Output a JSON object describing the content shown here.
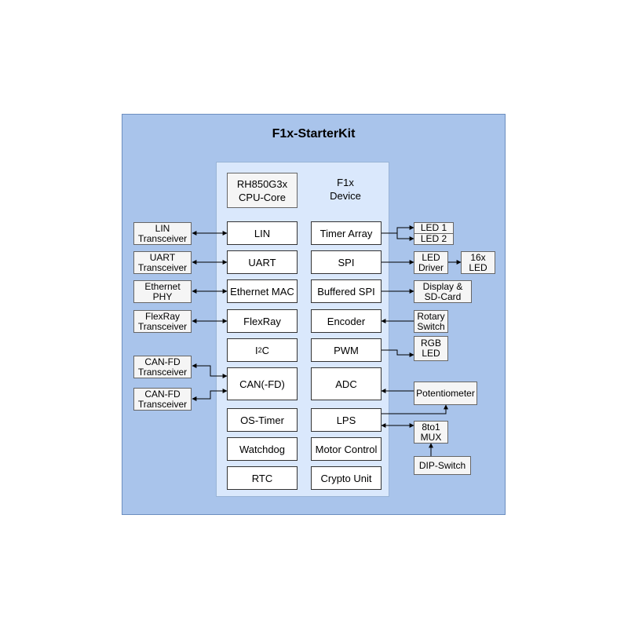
{
  "title": "F1x-StarterKit",
  "device": {
    "line1": "F1x",
    "line2": "Device"
  },
  "cpu": {
    "line1": "RH850G3x",
    "line2": "CPU-Core"
  },
  "left_blocks": {
    "lin": "LIN",
    "uart": "UART",
    "ethernet_mac": "Ethernet MAC",
    "flexray": "FlexRay",
    "i2c_base": "I",
    "i2c_sup": "2",
    "i2c_tail": "C",
    "can": "CAN(-FD)",
    "os_timer": "OS-Timer",
    "watchdog": "Watchdog",
    "rtc": "RTC"
  },
  "right_blocks": {
    "timer_array": "Timer Array",
    "spi": "SPI",
    "buffered_spi": "Buffered SPI",
    "encoder": "Encoder",
    "pwm": "PWM",
    "adc": "ADC",
    "lps": "LPS",
    "motor_control": "Motor Control",
    "crypto_unit": "Crypto Unit"
  },
  "external_left": {
    "lin_transceiver": [
      "LIN",
      "Transceiver"
    ],
    "uart_transceiver": [
      "UART",
      "Transceiver"
    ],
    "ethernet_phy": [
      "Ethernet",
      "PHY"
    ],
    "flexray_transceiver": [
      "FlexRay",
      "Transceiver"
    ],
    "canfd_transceiver_1": [
      "CAN-FD",
      "Transceiver"
    ],
    "canfd_transceiver_2": [
      "CAN-FD",
      "Transceiver"
    ]
  },
  "external_right": {
    "led1": "LED 1",
    "led2": "LED 2",
    "led_driver": [
      "LED",
      "Driver"
    ],
    "led16x": [
      "16x",
      "LED"
    ],
    "display_sdcard": [
      "Display &",
      "SD-Card"
    ],
    "rotary_switch": [
      "Rotary",
      "Switch"
    ],
    "rgb_led": [
      "RGB",
      "LED"
    ],
    "potentiometer": "Potentiometer",
    "mux": [
      "8to1",
      "MUX"
    ],
    "dip_switch": "DIP-Switch"
  },
  "colors": {
    "board_fill": "#a9c4eb",
    "device_fill": "#dae8fc",
    "block_fill": "#ffffff",
    "external_fill": "#f5f5f5",
    "line": "#000000"
  }
}
